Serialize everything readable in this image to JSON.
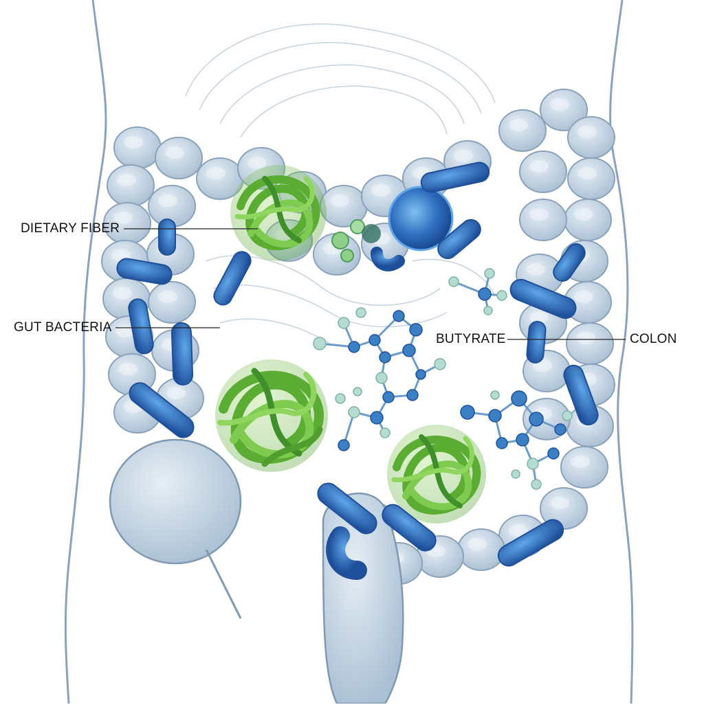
{
  "labels": {
    "dietary_fiber": "DIETARY FIBER",
    "gut_bacteria": "GUT BACTERIA",
    "butyrate": "BUTYRATE",
    "colon": "COLON"
  },
  "colors": {
    "colon_fill": "#c5d5e3",
    "colon_stroke": "#7f99b3",
    "body_outline": "#8aa2bb",
    "fiber_green": "#6fbf3f",
    "fiber_dark": "#3f8f2a",
    "bacteria_blue": "#2f6fc0",
    "bacteria_dark": "#1e4f9a",
    "molecule_blue": "#3b7fc4",
    "molecule_light": "#9cc9c0",
    "leader_line": "#222222",
    "label_text": "#111111"
  },
  "icons": {
    "fiber": "tangled-fiber-icon",
    "bacterium": "rod-bacterium-icon",
    "molecule": "ball-and-stick-molecule-icon"
  }
}
